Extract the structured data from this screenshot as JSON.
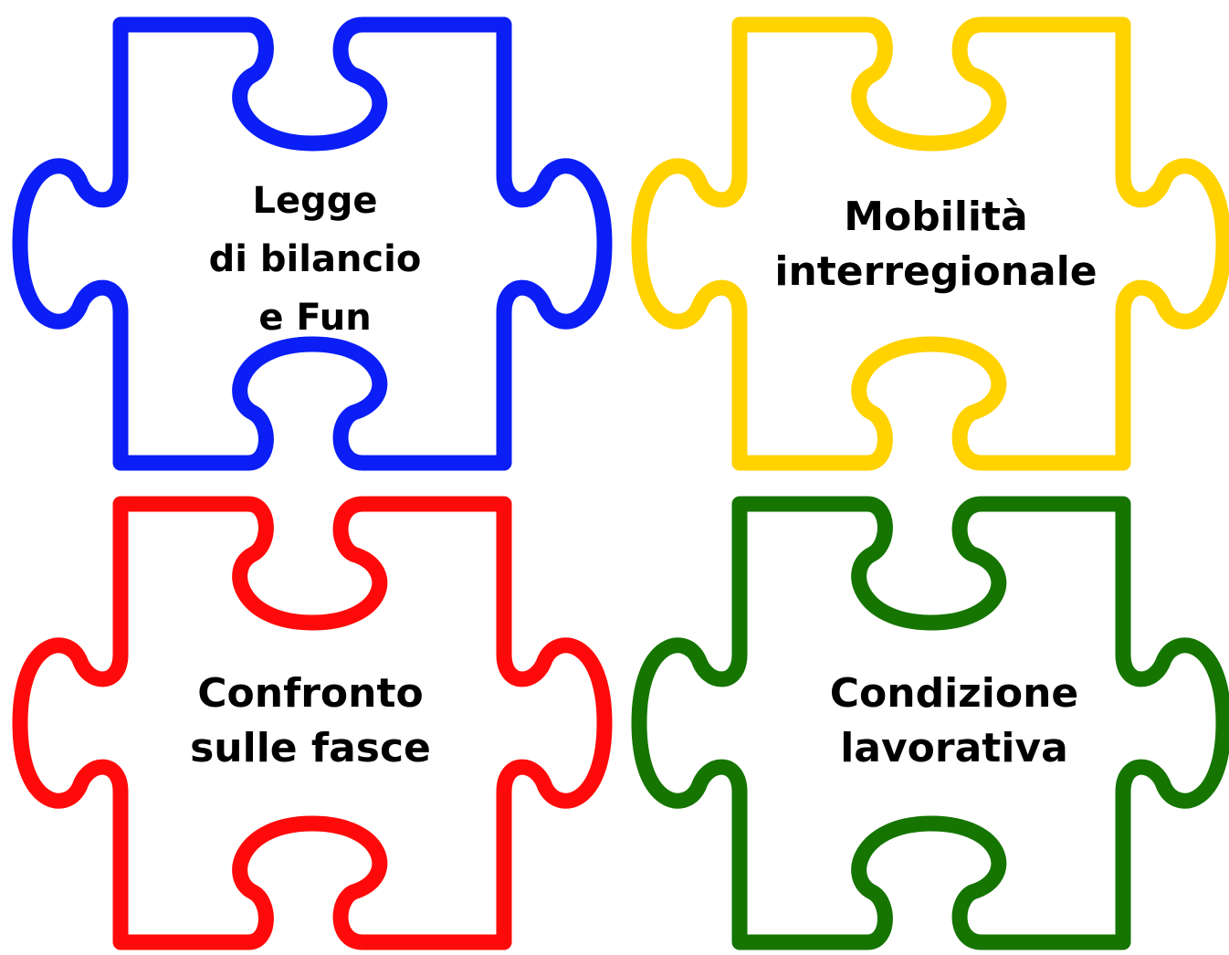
{
  "pieces": [
    {
      "id": "tl",
      "color": "#0a1ef5",
      "lines": [
        "Legge",
        "di bilancio",
        "e Fun"
      ]
    },
    {
      "id": "tr",
      "color": "#ffd200",
      "lines": [
        "Mobilità",
        "interregionale"
      ]
    },
    {
      "id": "bl",
      "color": "#ff0a0a",
      "lines": [
        "Confronto",
        "sulle fasce"
      ]
    },
    {
      "id": "br",
      "color": "#157500",
      "lines": [
        "Condizione",
        "lavorativa"
      ]
    }
  ]
}
